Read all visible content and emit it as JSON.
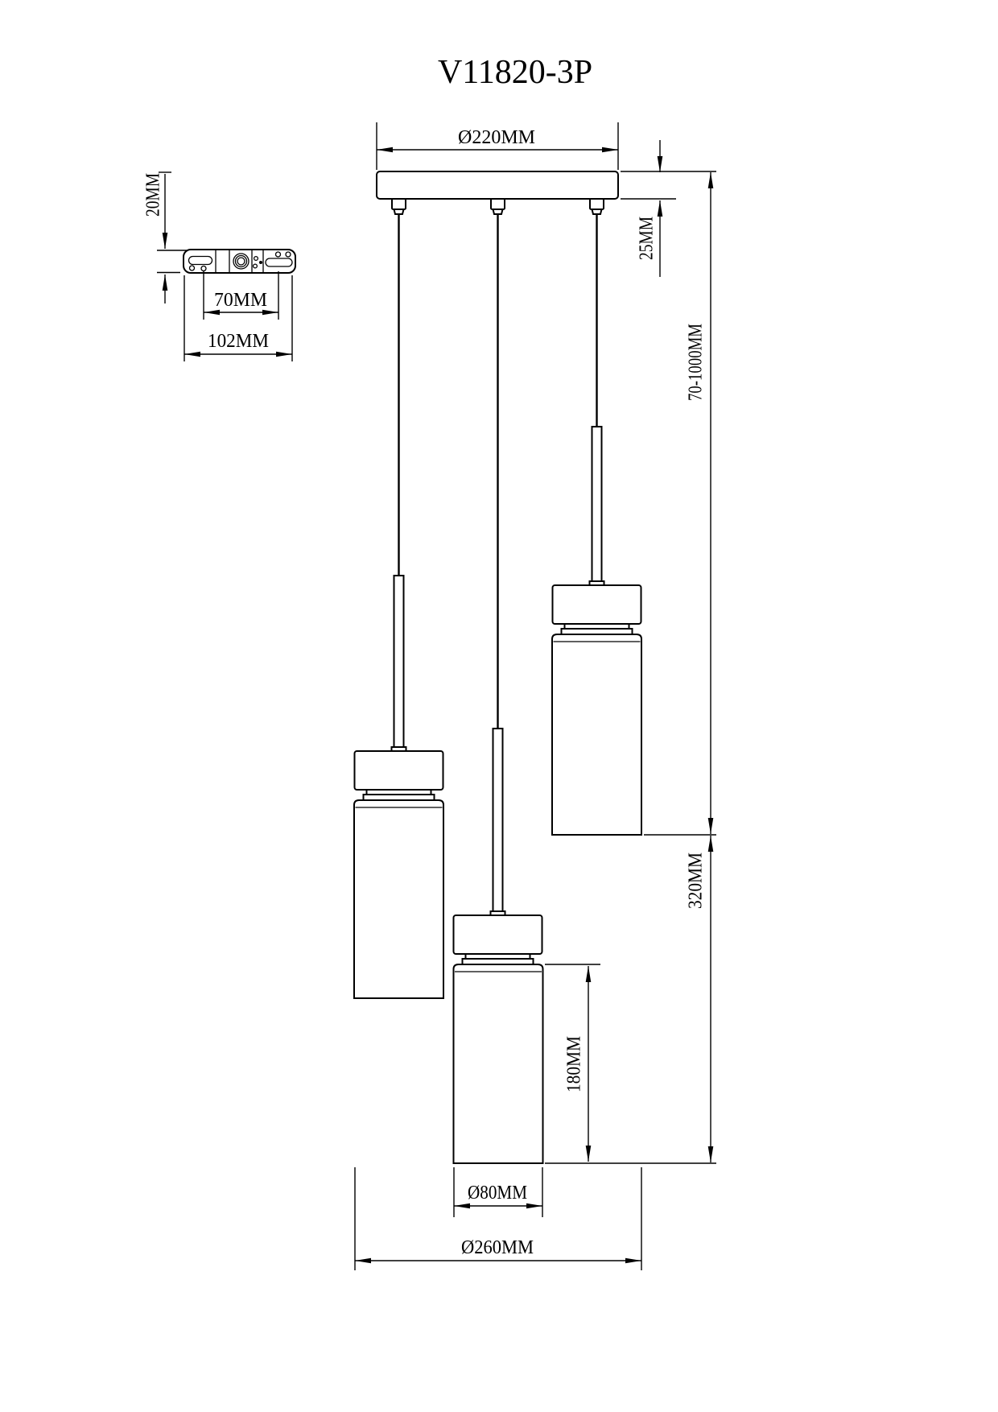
{
  "title": "V11820-3P",
  "colors": {
    "line": "#000000",
    "background": "#ffffff"
  },
  "drawing_type": "pendant-lamp-dimension-diagram",
  "dimensions": {
    "canopy_diameter": "Ø220MM",
    "bracket_thickness": "20MM",
    "bracket_hole_spacing": "70MM",
    "bracket_length": "102MM",
    "canopy_height": "25MM",
    "suspension_range": "70-1000MM",
    "drop_section_height": "320MM",
    "shade_height": "180MM",
    "shade_diameter": "Ø80MM",
    "overall_diameter": "Ø260MM"
  }
}
